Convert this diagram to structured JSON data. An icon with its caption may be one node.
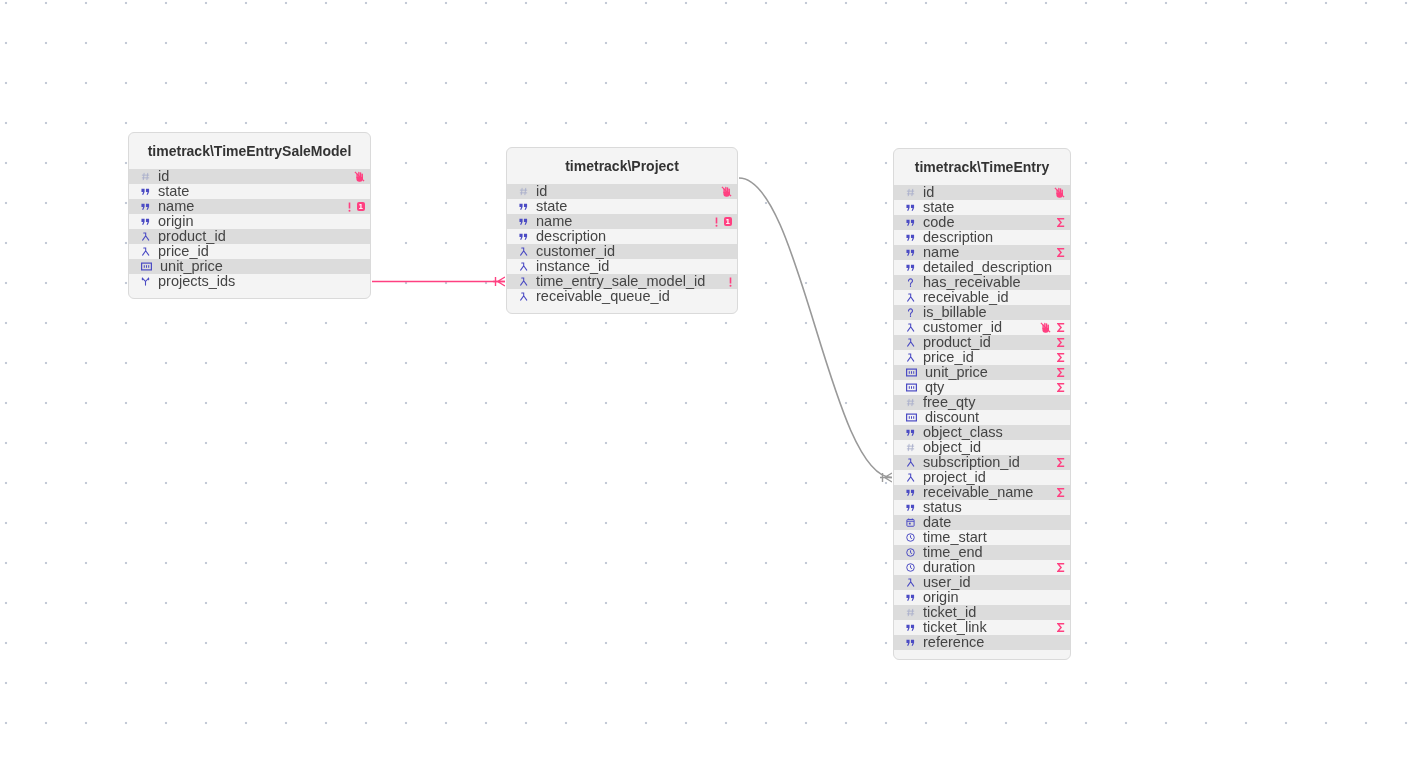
{
  "diagram": {
    "nodes": [
      {
        "text": [
          "timetrack\\TimeEntrySaleModel"
        ]
      },
      {
        "text": [
          "id"
        ],
        "in": 0
      },
      {
        "text": [
          "state"
        ],
        "in": 0
      },
      {
        "text": [
          "name",
          "1"
        ],
        "in": 0
      },
      {
        "text": [
          "origin"
        ],
        "in": 0
      },
      {
        "text": [
          "product_id"
        ],
        "in": 0
      },
      {
        "text": [
          "price_id"
        ],
        "in": 0
      },
      {
        "text": [
          "unit_price"
        ],
        "in": 0
      },
      {
        "text": [
          "projects_ids"
        ],
        "in": 0
      },
      {
        "text": [
          "timetrack\\Project"
        ]
      },
      {
        "text": [
          "id"
        ],
        "in": 9
      },
      {
        "text": [
          "state"
        ],
        "in": 9
      },
      {
        "text": [
          "name",
          "1"
        ],
        "in": 9
      },
      {
        "text": [
          "description"
        ],
        "in": 9
      },
      {
        "text": [
          "customer_id"
        ],
        "in": 9
      },
      {
        "text": [
          "instance_id"
        ],
        "in": 9
      },
      {
        "text": [
          "time_entry_sale_model_id"
        ],
        "in": 9
      },
      {
        "text": [
          "receivable_queue_id"
        ],
        "in": 9
      },
      {
        "text": [
          "timetrack\\TimeEntry"
        ]
      },
      {
        "text": [
          "id"
        ],
        "in": 18
      },
      {
        "text": [
          "state"
        ],
        "in": 18
      },
      {
        "text": [
          "code"
        ],
        "in": 18
      },
      {
        "text": [
          "description"
        ],
        "in": 18
      },
      {
        "text": [
          "name"
        ],
        "in": 18
      },
      {
        "text": [
          "detailed_description"
        ],
        "in": 18
      },
      {
        "text": [
          "has_receivable"
        ],
        "in": 18
      },
      {
        "text": [
          "receivable_id"
        ],
        "in": 18
      },
      {
        "text": [
          "is_billable"
        ],
        "in": 18
      },
      {
        "text": [
          "customer_id"
        ],
        "in": 18
      },
      {
        "text": [
          "product_id"
        ],
        "in": 18
      },
      {
        "text": [
          "price_id"
        ],
        "in": 18
      },
      {
        "text": [
          "unit_price"
        ],
        "in": 18
      },
      {
        "text": [
          "qty"
        ],
        "in": 18
      },
      {
        "text": [
          "free_qty"
        ],
        "in": 18
      },
      {
        "text": [
          "discount"
        ],
        "in": 18
      },
      {
        "text": [
          "object_class"
        ],
        "in": 18
      },
      {
        "text": [
          "object_id"
        ],
        "in": 18
      },
      {
        "text": [
          "subscription_id"
        ],
        "in": 18
      },
      {
        "text": [
          "project_id"
        ],
        "in": 18
      },
      {
        "text": [
          "receivable_name"
        ],
        "in": 18
      },
      {
        "text": [
          "status"
        ],
        "in": 18
      },
      {
        "text": [
          "date"
        ],
        "in": 18
      },
      {
        "text": [
          "time_start"
        ],
        "in": 18
      },
      {
        "text": [
          "time_end"
        ],
        "in": 18
      },
      {
        "text": [
          "duration"
        ],
        "in": 18
      },
      {
        "text": [
          "user_id"
        ],
        "in": 18
      },
      {
        "text": [
          "origin"
        ],
        "in": 18
      },
      {
        "text": [
          "ticket_id"
        ],
        "in": 18
      },
      {
        "text": [
          "ticket_link"
        ],
        "in": 18
      },
      {
        "text": [
          "reference"
        ],
        "in": 18
      }
    ],
    "edges": [
      {
        "from": 8,
        "to": 16,
        "arrow": "other",
        "color": "#ff4081"
      },
      {
        "from": 9,
        "to": 38,
        "arrow": "other",
        "color": "#999999"
      }
    ]
  }
}
